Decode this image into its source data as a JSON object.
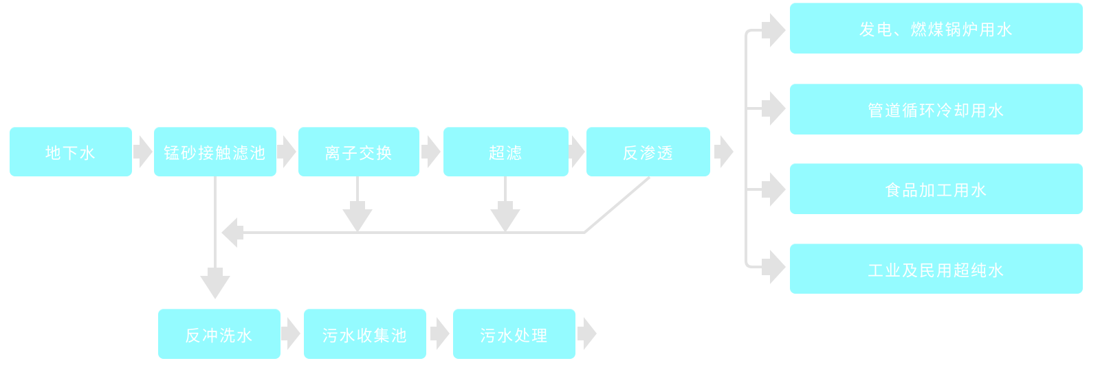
{
  "diagram": {
    "type": "flowchart",
    "language": "zh-CN",
    "background_color": "#FFFFFF",
    "colors": {
      "node_fill": "#94FBFF",
      "node_text": "#FFFFFF",
      "connector": "#E2E2E2"
    },
    "nodes": {
      "main": [
        "地下水",
        "锰砂接触滤池",
        "离子交换",
        "超滤",
        "反渗透"
      ],
      "outputs": [
        "发电、燃煤锅炉用水",
        "管道循环冷却用水",
        "食品加工用水",
        "工业及民用超纯水"
      ],
      "waste": [
        "反冲洗水",
        "污水收集池",
        "污水处理"
      ]
    },
    "flows": {
      "main_sequence": "地下水 → 锰砂接触滤池 → 离子交换 → 超滤 → 反渗透 → 四类用水",
      "return_sequence": "离子交换/超滤/反渗透 → 反冲洗水",
      "waste_sequence": "反冲洗水 → 污水收集池 → 污水处理 →"
    }
  }
}
